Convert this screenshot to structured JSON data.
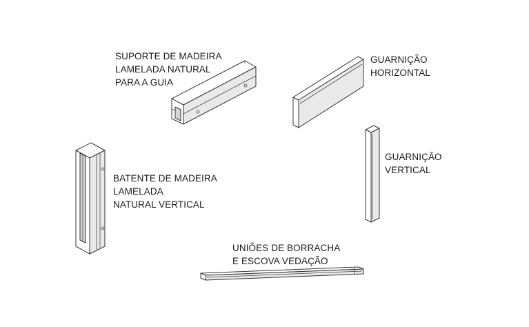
{
  "parts": {
    "suporte": {
      "lines": [
        "SUPORTE DE MADEIRA",
        "LAMELADA NATURAL",
        "PARA A GUIA"
      ]
    },
    "guarnicao_horizontal": {
      "lines": [
        "GUARNIÇÃO",
        "HORIZONTAL"
      ]
    },
    "guarnicao_vertical": {
      "lines": [
        "GUARNIÇÃO",
        "VERTICAL"
      ]
    },
    "batente": {
      "lines": [
        "BATENTE DE MADEIRA",
        "LAMELADA",
        "NATURAL VERTICAL"
      ]
    },
    "unioes": {
      "lines": [
        "UNIÕES DE BORRACHA",
        "E ESCOVA VEDAÇÃO"
      ]
    }
  }
}
